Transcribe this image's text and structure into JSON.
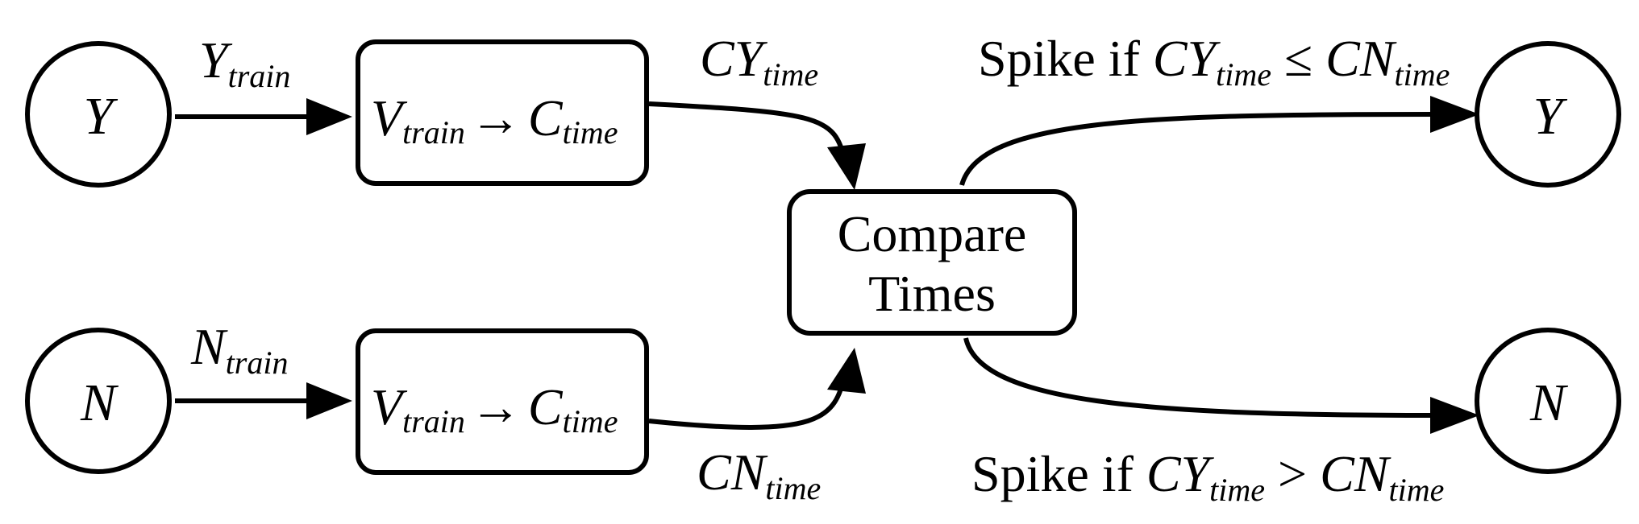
{
  "nodes": {
    "y_in": "Y",
    "n_in": "N",
    "y_out": "Y",
    "n_out": "N"
  },
  "inputs": {
    "y_main": "Y",
    "y_sub": "train",
    "n_main": "N",
    "n_sub": "train"
  },
  "converter_top": {
    "v": "V",
    "v_sub": "train",
    "arrow": "→",
    "c": "C",
    "c_sub": "time"
  },
  "converter_bottom": {
    "v": "V",
    "v_sub": "train",
    "arrow": "→",
    "c": "C",
    "c_sub": "time"
  },
  "cy": {
    "main": "CY",
    "sub": "time"
  },
  "cn": {
    "main": "CN",
    "sub": "time"
  },
  "compare": {
    "line1": "Compare",
    "line2": "Times"
  },
  "spike_y": {
    "prefix": "Spike if ",
    "a": "CY",
    "a_sub": "time",
    "op": " ≤ ",
    "b": "CN",
    "b_sub": "time"
  },
  "spike_n": {
    "prefix": "Spike if ",
    "a": "CY",
    "a_sub": "time",
    "op": " > ",
    "b": "CN",
    "b_sub": "time"
  }
}
